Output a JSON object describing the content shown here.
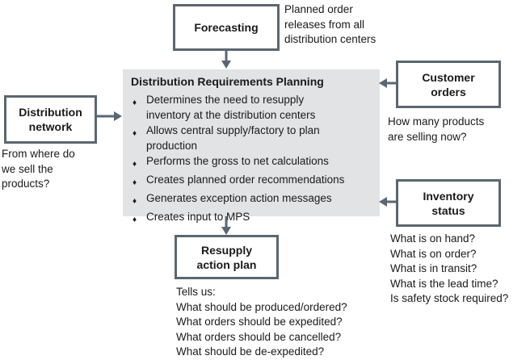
{
  "diagram_title": "Distribution Requirements Planning",
  "colors": {
    "accent": "#5b6770",
    "panel_fill": "#e1e3e4",
    "text": "#1a1a1a"
  },
  "drp": {
    "title": "Distribution Requirements Planning",
    "bullet_glyph": "diamond-bullet-icon",
    "bullets": [
      "Determines the need to resupply\ninventory at the distribution centers",
      "Allows central supply/factory to plan\nproduction",
      "Performs the gross to net calculations",
      "Creates planned order recommendations",
      "Generates exception action messages",
      "Creates input to MPS"
    ]
  },
  "forecasting": {
    "label": "Forecasting",
    "note": "Planned order\nreleases from all\ndistribution centers"
  },
  "distribution_network": {
    "label": "Distribution\nnetwork",
    "note": "From where do\nwe sell the\nproducts?"
  },
  "customer_orders": {
    "label": "Customer\norders",
    "note": "How many products\nare selling now?"
  },
  "inventory_status": {
    "label": "Inventory\nstatus",
    "note": "What is on hand?\nWhat is on order?\nWhat is in transit?\nWhat is the lead time?\nIs safety stock required?"
  },
  "resupply_action_plan": {
    "label": "Resupply\naction plan",
    "note": "Tells us:\nWhat should be produced/ordered?\nWhat orders should be expedited?\nWhat orders should be cancelled?\nWhat should be de-expedited?"
  }
}
